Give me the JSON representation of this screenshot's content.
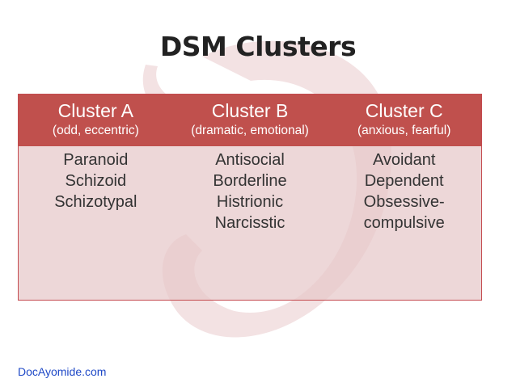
{
  "title": "DSM Clusters",
  "colors": {
    "header": "#c0504d",
    "body": "#ecd2d3",
    "link": "#1f49c7"
  },
  "clusters": [
    {
      "name": "Cluster A",
      "subtitle": "(odd, eccentric)",
      "items": [
        "Paranoid",
        "Schizoid",
        "Schizotypal"
      ]
    },
    {
      "name": "Cluster B",
      "subtitle": "(dramatic, emotional)",
      "items": [
        "Antisocial",
        "Borderline",
        "Histrionic",
        "Narcisstic"
      ]
    },
    {
      "name": "Cluster C",
      "subtitle": "(anxious, fearful)",
      "items": [
        "Avoidant",
        "Dependent",
        "Obsessive-",
        "compulsive"
      ]
    }
  ],
  "footer": {
    "link_text": "DocAyomide.com"
  }
}
